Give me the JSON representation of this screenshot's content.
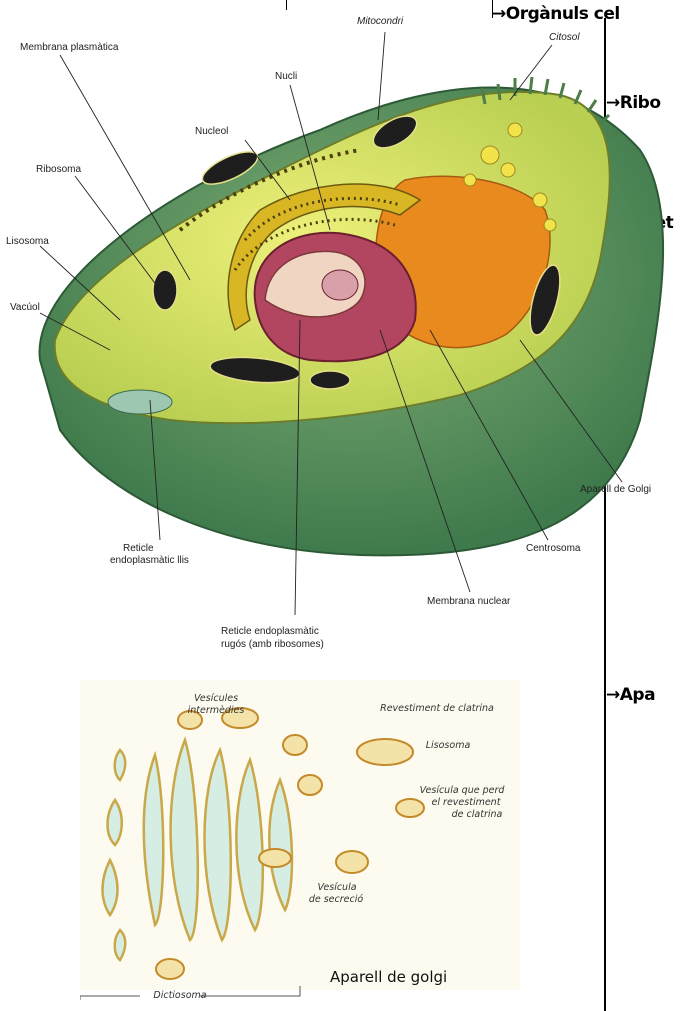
{
  "headings": {
    "organuls": "→Orgànuls cel",
    "ribo": "→Ribo",
    "ret": "Ret",
    "apa": "→Apa"
  },
  "cell_labels": {
    "membrana_plasmatica": "Membrana plasmàtica",
    "mitocondri": "Mitocondri",
    "citosol": "Citosol",
    "nucli": "Nucli",
    "nucleol": "Nucleol",
    "ribosoma": "Ribosoma",
    "lisosoma": "Lisosoma",
    "vacuol": "Vacúol",
    "reticle_llis_1": "Reticle",
    "reticle_llis_2": "endoplasmàtic llis",
    "reticle_rugos_1": "Reticle endoplasmàtic",
    "reticle_rugos_2": "rugós (amb ribosomes)",
    "membrana_nuclear": "Membrana nuclear",
    "centrosoma": "Centrosoma",
    "aparell_golgi": "Aparell de Golgi"
  },
  "golgi_labels": {
    "vesicules_1": "Vesícules",
    "vesicules_2": "intermèdies",
    "revestiment": "Revestiment de clatrina",
    "lisosoma": "Lisosoma",
    "vesicula_perd_1": "Vesícula que perd",
    "vesicula_perd_2": "el revestiment",
    "vesicula_perd_3": "de clatrina",
    "vesicula_sec_1": "Vesícula",
    "vesicula_sec_2": "de secreció",
    "dictiosoma": "Dictiosoma"
  },
  "caption": "Aparell de golgi"
}
